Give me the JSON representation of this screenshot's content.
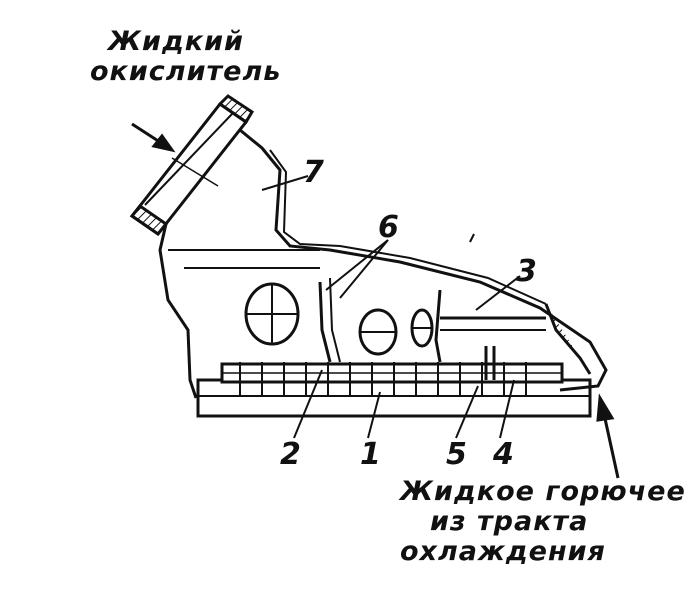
{
  "labels": {
    "oxidizer_line1": "Жидкий",
    "oxidizer_line2": "окислитель",
    "fuel_line1": "Жидкое горючее",
    "fuel_line2": "из тракта",
    "fuel_line3": "охлаждения"
  },
  "numbers": {
    "n1": "1",
    "n2": "2",
    "n3": "3",
    "n4": "4",
    "n5": "5",
    "n6": "6",
    "n7": "7"
  },
  "colors": {
    "ink": "#111111",
    "paper": "#ffffff"
  }
}
